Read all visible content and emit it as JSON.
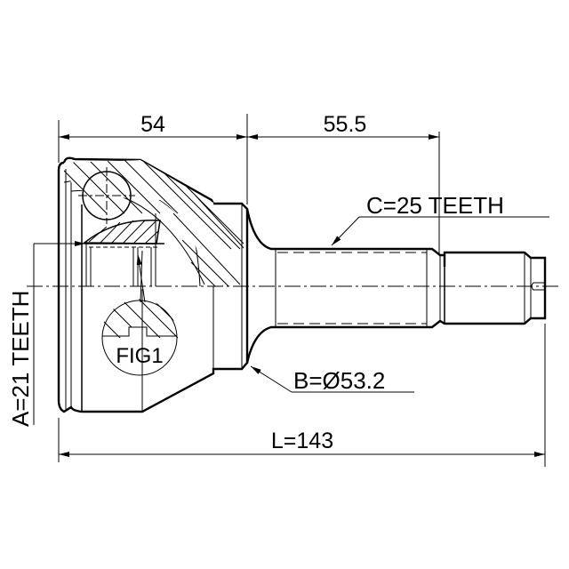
{
  "drawing": {
    "subject": "CV joint (outer) technical drawing",
    "background": "#ffffff",
    "line_color": "#000000"
  },
  "dimensions": {
    "outer_body_length": "54",
    "shaft_length": "55.5",
    "total_length": "L=143",
    "outer_diameter": "B=Ø53.2"
  },
  "callouts": {
    "shaft_spline": "C=25 TEETH",
    "inner_spline": "A=21 TEETH",
    "detail_figure": "FIG1"
  }
}
